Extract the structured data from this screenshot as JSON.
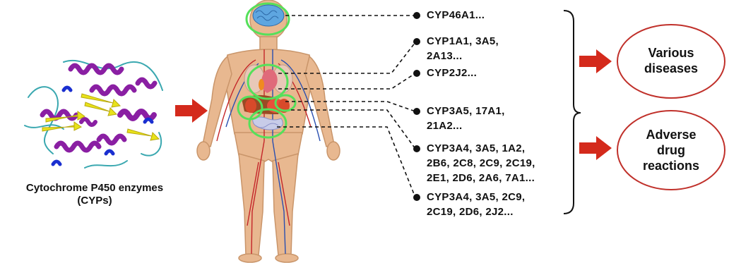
{
  "protein_caption": {
    "line1": "Cytochrome P450 enzymes",
    "line2": "(CYPs)"
  },
  "cyp_groups": [
    {
      "lines": [
        "CYP46A1..."
      ]
    },
    {
      "lines": [
        "CYP1A1, 3A5,",
        "2A13..."
      ]
    },
    {
      "lines": [
        "CYP2J2..."
      ]
    },
    {
      "lines": [
        "CYP3A5, 17A1,",
        "21A2..."
      ]
    },
    {
      "lines": [
        "CYP3A4, 3A5, 1A2,",
        "2B6, 2C8, 2C9, 2C19,",
        "2E1, 2D6, 2A6, 7A1..."
      ]
    },
    {
      "lines": [
        "CYP3A4, 3A5, 2C9,",
        "2C19, 2D6, 2J2..."
      ]
    }
  ],
  "outcomes": [
    {
      "lines": [
        "Various",
        "diseases"
      ]
    },
    {
      "lines": [
        "Adverse",
        "drug",
        "reactions"
      ]
    }
  ],
  "colors": {
    "arrow": "#d42a1c",
    "highlight_ring": "#55e05a",
    "outcome_border": "#c0302a",
    "helix": "#8a1fa3",
    "sheet": "#e8e21a",
    "skin": "#e8b890",
    "vessel_artery": "#c4262a",
    "vessel_vein": "#2a4fb0"
  }
}
